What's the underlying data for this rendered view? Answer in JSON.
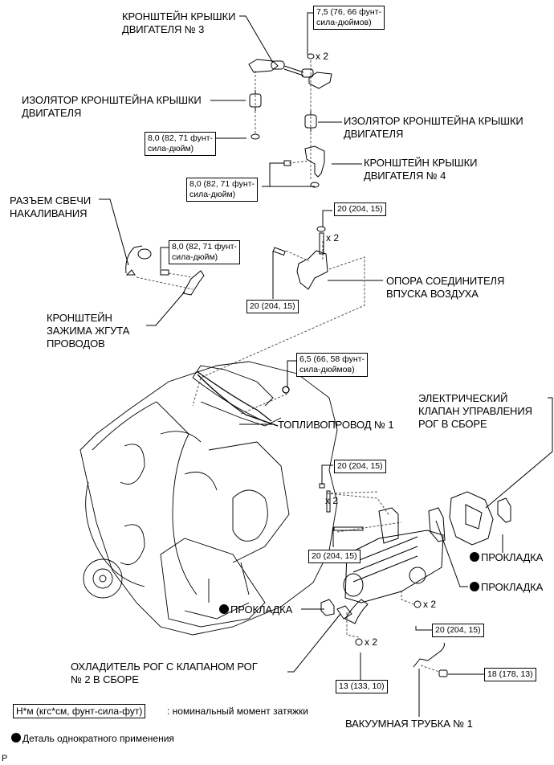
{
  "parts": {
    "bracket_no3": "КРОНШТЕЙН КРЫШКИ\nДВИГАТЕЛЯ № 3",
    "isolator_left": "ИЗОЛЯТОР КРОНШТЕЙНА КРЫШКИ\nДВИГАТЕЛЯ",
    "isolator_right": "ИЗОЛЯТОР КРОНШТЕЙНА КРЫШКИ\nДВИГАТЕЛЯ",
    "bracket_no4": "КРОНШТЕЙН КРЫШКИ\nДВИГАТЕЛЯ № 4",
    "glow_plug_connector": "РАЗЪЕМ СВЕЧИ\nНАКАЛИВАНИЯ",
    "harness_clamp_bracket": "КРОНШТЕЙН\nЗАЖИМА ЖГУТА\nПРОВОДОВ",
    "intake_connector_stay": "ОПОРА СОЕДИНИТЕЛЯ\nВПУСКА ВОЗДУХА",
    "fuel_pipe_no1": "ТОПЛИВОПРОВОД № 1",
    "egr_valve_assy": "ЭЛЕКТРИЧЕСКИЙ\nКЛАПАН УПРАВЛЕНИЯ\nРОГ В СБОРЕ",
    "gasket_1": "ПРОКЛАДКА",
    "gasket_2": "ПРОКЛАДКА",
    "gasket_3": "ПРОКЛАДКА",
    "egr_cooler": "ОХЛАДИТЕЛЬ РОГ С КЛАПАНОМ РОГ\n№ 2 В СБОРЕ",
    "vacuum_pipe_no1": "ВАКУУМНАЯ ТРУБКА № 1"
  },
  "torques": {
    "t_7_5": "7,5 (76, 66 фунт-\nсила-дюймов)",
    "t_8_0_a": "8,0 (82, 71 фунт-\nсила-дюйм)",
    "t_8_0_b": "8,0 (82, 71 фунт-\nсила-дюйм)",
    "t_8_0_c": "8,0 (82, 71 фунт-\nсила-дюйм)",
    "t_20_a": "20 (204, 15)",
    "t_20_b": "20 (204, 15)",
    "t_6_5": "6,5 (66, 58 фунт-\nсила-дюймов)",
    "t_20_c": "20 (204, 15)",
    "t_20_d": "20 (204, 15)",
    "t_20_e": "20 (204, 15)",
    "t_13": "13 (133, 10)",
    "t_18": "18 (178, 13)"
  },
  "multipliers": {
    "m1": "x 2",
    "m2": "x 2",
    "m3": "x 2",
    "m4": "x 2",
    "m5": "x 2"
  },
  "legend": {
    "torque_unit": "Н*м (кгс*см, фунт-сила-фут)",
    "torque_desc": ": номинальный момент затяжки",
    "non_reusable": "Деталь однократного применения"
  },
  "footer_code": "P"
}
